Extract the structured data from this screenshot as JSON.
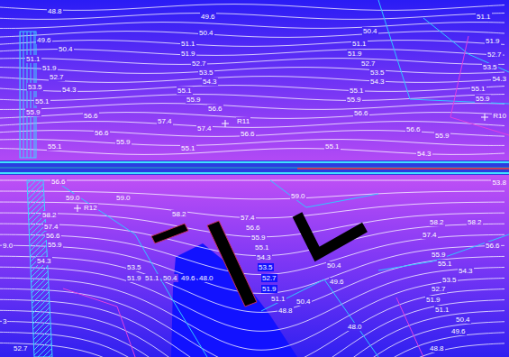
{
  "diagram": {
    "labels": [
      "48.8",
      "49.6",
      "51.1",
      "49.6",
      "50.4",
      "50.4",
      "51.9",
      "50.4",
      "51.1",
      "51.1",
      "51.9",
      "51.9",
      "52.7",
      "51.1",
      "52.7",
      "52.7",
      "53.5",
      "51.9",
      "53.5",
      "53.5",
      "52.7",
      "54.3",
      "54.3",
      "54.3",
      "53.5",
      "54.3",
      "55.1",
      "55.1",
      "55.1",
      "55.9",
      "55.9",
      "55.9",
      "55.1",
      "56.6",
      "55.9",
      "56.6",
      "56.6",
      "R10",
      "57.4",
      "R11",
      "57.4",
      "56.6",
      "56.6",
      "56.6",
      "55.9",
      "55.9",
      "55.1",
      "55.1",
      "55.1",
      "54.3",
      "56.6",
      "53.8",
      "59.0",
      "59.0",
      "59.0",
      "R12",
      "58.2",
      "58.2",
      "57.4",
      "58.2",
      "58.2",
      "57.4",
      "56.6",
      "57.4",
      "56.6",
      "55.9",
      "55.9",
      "9.0",
      "50.4",
      "56.6",
      "55.1",
      "55.9",
      "54.3",
      "54.3",
      "55.1",
      "53.5",
      "53.5",
      "54.3",
      "52.7",
      "51.9",
      "51.1",
      "50.4",
      "49.6",
      "48.0",
      "53.5",
      "49.6",
      "51.9",
      "52.7",
      "51.1",
      "51.9",
      "50.4",
      "48.8",
      "51.1",
      "50.4",
      "3",
      "48.0",
      "49.6",
      "48.8",
      "52.7"
    ]
  }
}
